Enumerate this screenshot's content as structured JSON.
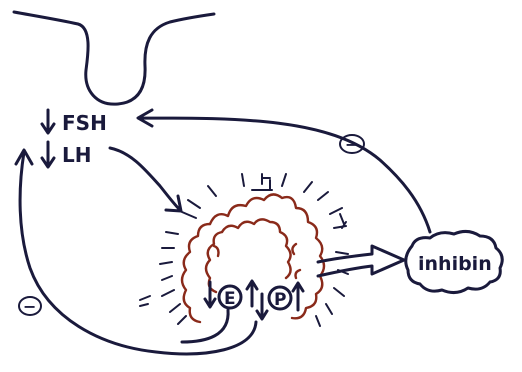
{
  "hormones": {
    "fsh": "FSH",
    "lh": "LH",
    "estrogen": "E",
    "progesterone": "P",
    "inhibin": "inhibin"
  },
  "signs": {
    "minus_top": "−",
    "minus_left": "−"
  },
  "colors": {
    "ink": "#1a1a3c",
    "follicle": "#8a2a1a",
    "background": "#ffffff"
  }
}
